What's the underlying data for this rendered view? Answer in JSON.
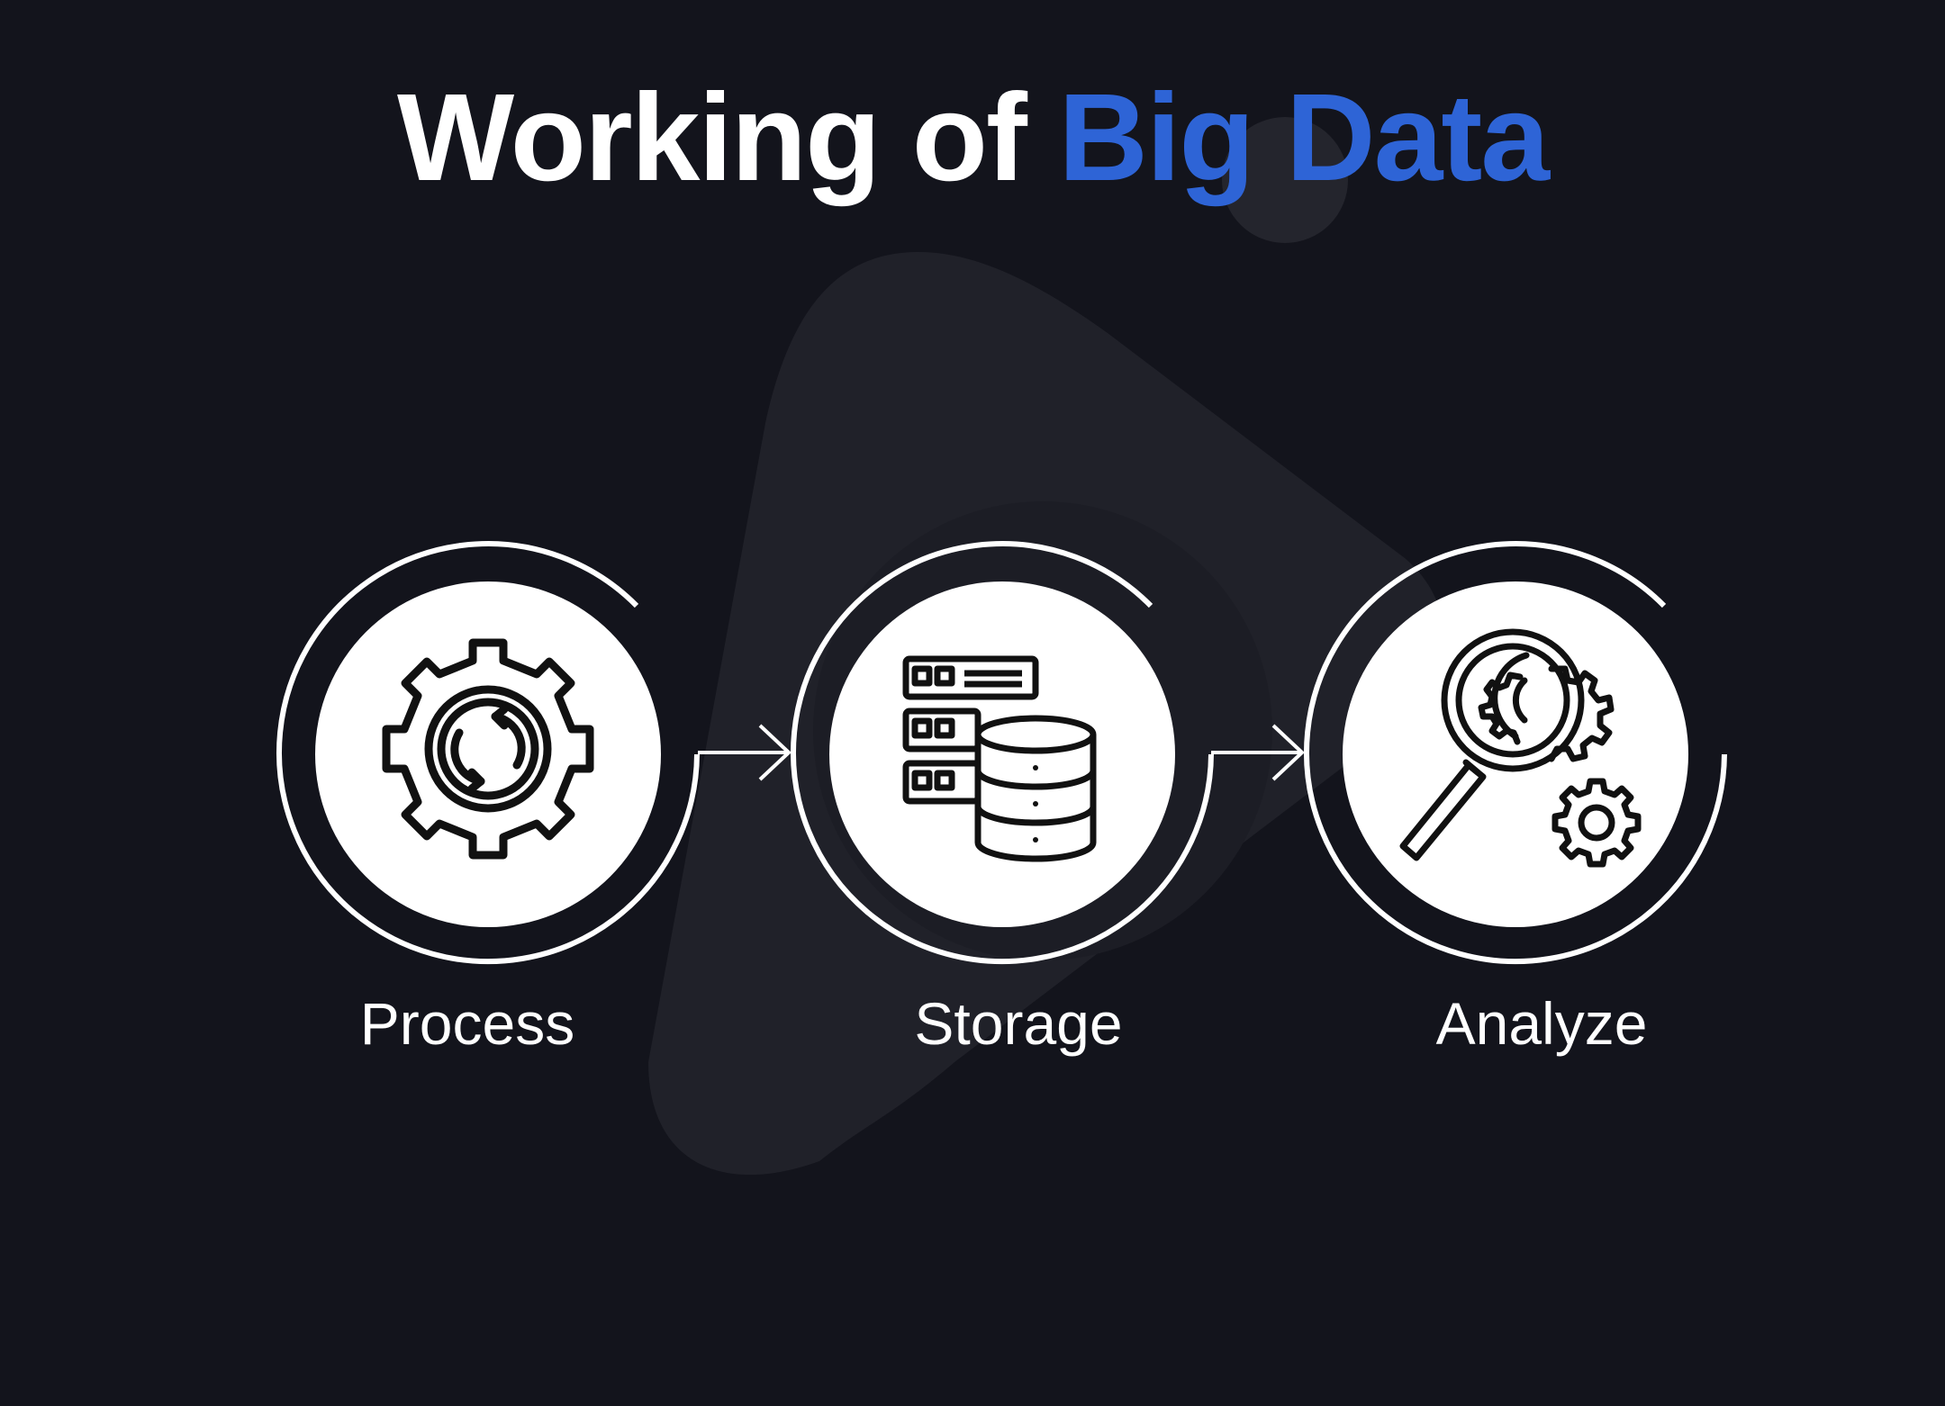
{
  "title": {
    "prefix": "Working of",
    "highlight": "Big Data"
  },
  "steps": [
    {
      "label": "Process",
      "icon": "gear-refresh-icon"
    },
    {
      "label": "Storage",
      "icon": "server-database-icon"
    },
    {
      "label": "Analyze",
      "icon": "magnifier-gears-icon"
    }
  ],
  "colors": {
    "background": "#13141c",
    "accent": "#2e64d6",
    "circle": "#ffffff",
    "icon": "#111111"
  }
}
